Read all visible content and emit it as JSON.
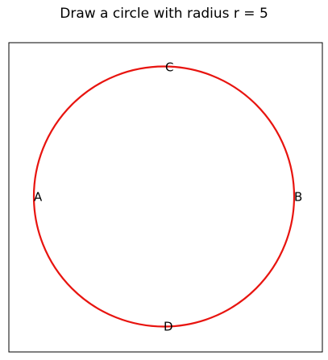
{
  "title": "Draw a circle with radius r = 5",
  "circle": {
    "radius": 5,
    "color": "#e8140f"
  },
  "points": [
    {
      "id": "A",
      "label": "A"
    },
    {
      "id": "B",
      "label": "B"
    },
    {
      "id": "C",
      "label": "C"
    },
    {
      "id": "D",
      "label": "D"
    }
  ]
}
